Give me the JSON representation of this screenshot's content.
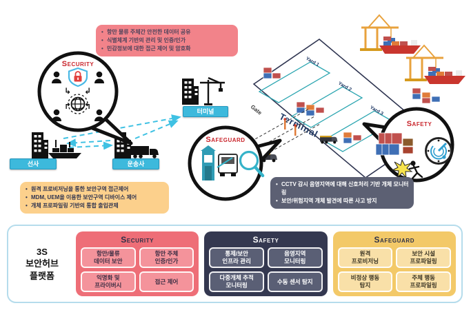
{
  "bubbles": {
    "security": {
      "label": "Security"
    },
    "safeguard": {
      "label": "Safeguard"
    },
    "safety": {
      "label": "Safety"
    }
  },
  "callouts": {
    "security": {
      "items": [
        "항만 물류 주체간 안전한 데이터 공유",
        "식별체계 기반의 관리 및 인증/인가",
        "민감정보에 대한 접근 제어 및 암호화"
      ]
    },
    "safeguard": {
      "items": [
        "원격 프로비저닝을 통한 보안구역 접근제어",
        "MDM, UEM을 이용한 보안구역 디바이스 제어",
        "개체 프로파일링 기반의 통합 출입관제"
      ]
    },
    "safety": {
      "items": [
        "CCTV 감시 음영지역에 대해 신호처리 기반 개체 모니터링",
        "보안/위험지역 개체 발견에 따른 사고 방지"
      ]
    }
  },
  "entities": {
    "shipper": "선사",
    "carrier": "운송사",
    "terminal": "터미널"
  },
  "port": {
    "terminal_label": "Terminal",
    "gate_label": "Gate",
    "yards": [
      "Yard 1",
      "Yard 2",
      "Yard 3"
    ]
  },
  "platform": {
    "title_lines": [
      "3S",
      "보안허브",
      "플랫폼"
    ],
    "sections": [
      {
        "id": "security",
        "label": "Security",
        "items": [
          "항만/물류\n데이터 보안",
          "항만 주체\n인증/인가",
          "익명화 및\n프라이버시",
          "접근 제어"
        ]
      },
      {
        "id": "safety",
        "label": "Safety",
        "items": [
          "통제/보안\n인프라 관리",
          "음영지역\n모니터링",
          "다중개체 추적\n모니터링",
          "수동 센서 탐지"
        ]
      },
      {
        "id": "safeguard",
        "label": "Safeguard",
        "items": [
          "원격\n프로비저닝",
          "보안 시설\n프로파일링",
          "비정상 행동\n탐지",
          "주체 행동\n프로파일링"
        ]
      }
    ]
  },
  "palette": {
    "bubble_label_red": "#c9242b",
    "cyan_tag": "#3db9dc",
    "cyan_arrow": "#3fc1e3",
    "note_pink": "#f2838a",
    "note_orange": "#fcd08c",
    "note_gray": "#5c6073",
    "security_bg": "#ee6e77",
    "safety_bg": "#343850",
    "safeguard_bg": "#f3c968",
    "panel_border": "#b5dcec",
    "navy_line": "#2e3450",
    "yard_teal": "#2aa5b0"
  }
}
